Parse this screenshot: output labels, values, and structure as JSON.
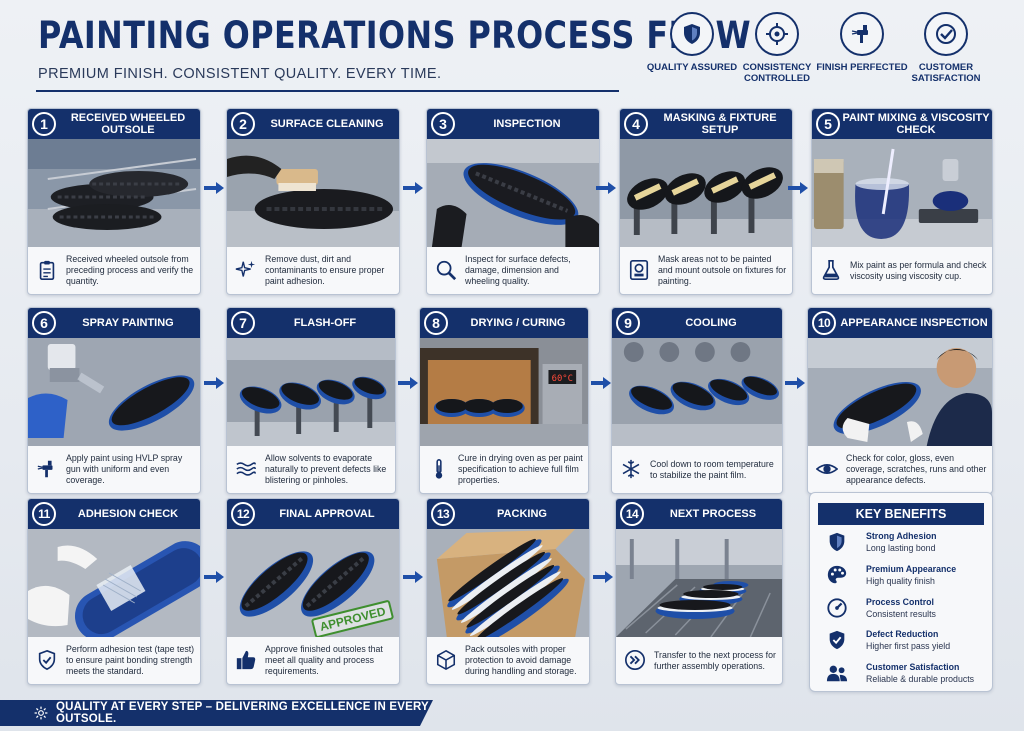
{
  "header": {
    "title": "PAINTING OPERATIONS PROCESS FLOW",
    "subtitle": "PREMIUM FINISH. CONSISTENT QUALITY. EVERY TIME."
  },
  "badges": [
    {
      "label": "QUALITY ASSURED",
      "icon": "shield-icon"
    },
    {
      "label": "CONSISTENCY CONTROLLED",
      "icon": "crosshair-gear-icon"
    },
    {
      "label": "FINISH PERFECTED",
      "icon": "spray-gun-icon"
    },
    {
      "label": "CUSTOMER SATISFACTION",
      "icon": "check-circle-icon"
    }
  ],
  "steps": [
    {
      "num": "1",
      "title": "RECEIVED WHEELED OUTSOLE",
      "desc": "Received wheeled outsole from preceding process and verify the quantity.",
      "icon": "clipboard-icon"
    },
    {
      "num": "2",
      "title": "SURFACE CLEANING",
      "desc": "Remove dust, dirt and contaminants to ensure proper paint adhesion.",
      "icon": "sparkle-icon"
    },
    {
      "num": "3",
      "title": "INSPECTION",
      "desc": "Inspect for surface defects, damage, dimension and wheeling quality.",
      "icon": "magnifier-icon"
    },
    {
      "num": "4",
      "title": "MASKING & FIXTURE SETUP",
      "desc": "Mask areas not to be painted and mount outsole on fixtures for painting.",
      "icon": "fixture-icon"
    },
    {
      "num": "5",
      "title": "PAINT MIXING & VISCOSITY CHECK",
      "desc": "Mix paint as per formula and check viscosity using viscosity cup.",
      "icon": "flask-icon"
    },
    {
      "num": "6",
      "title": "SPRAY PAINTING",
      "desc": "Apply paint using HVLP spray gun with uniform and even coverage.",
      "icon": "spray-gun-icon"
    },
    {
      "num": "7",
      "title": "FLASH-OFF",
      "desc": "Allow solvents to evaporate naturally to prevent defects like blistering or pinholes.",
      "icon": "waves-icon"
    },
    {
      "num": "8",
      "title": "DRYING / CURING",
      "desc": "Cure in drying oven as per paint specification to achieve full film properties.",
      "icon": "thermometer-icon"
    },
    {
      "num": "9",
      "title": "COOLING",
      "desc": "Cool down to room temperature to stabilize the paint film.",
      "icon": "snowflake-icon"
    },
    {
      "num": "10",
      "title": "APPEARANCE INSPECTION",
      "desc": "Check for color, gloss, even coverage, scratches, runs and other appearance defects.",
      "icon": "eye-icon"
    },
    {
      "num": "11",
      "title": "ADHESION CHECK",
      "desc": "Perform adhesion test (tape test) to ensure paint bonding strength meets the standard.",
      "icon": "shield-check-icon"
    },
    {
      "num": "12",
      "title": "FINAL APPROVAL",
      "desc": "Approve finished outsoles that meet all quality and process requirements.",
      "icon": "thumbs-up-icon",
      "stamp": "APPROVED"
    },
    {
      "num": "13",
      "title": "PACKING",
      "desc": "Pack outsoles with proper protection to avoid damage during handling and storage.",
      "icon": "box-icon"
    },
    {
      "num": "14",
      "title": "NEXT PROCESS",
      "desc": "Transfer to the next process for further assembly operations.",
      "icon": "forward-icon"
    }
  ],
  "oven_display": "60°C",
  "benefits": {
    "title": "KEY BENEFITS",
    "items": [
      {
        "title": "Strong Adhesion",
        "sub": "Long lasting bond",
        "icon": "shield-icon"
      },
      {
        "title": "Premium Appearance",
        "sub": "High quality finish",
        "icon": "palette-icon"
      },
      {
        "title": "Process Control",
        "sub": "Consistent results",
        "icon": "gauge-icon"
      },
      {
        "title": "Defect Reduction",
        "sub": "Higher first pass yield",
        "icon": "shield-check-icon"
      },
      {
        "title": "Customer Satisfaction",
        "sub": "Reliable & durable products",
        "icon": "people-icon"
      }
    ]
  },
  "footer": {
    "text": "QUALITY AT EVERY STEP – DELIVERING EXCELLENCE IN EVERY OUTSOLE."
  },
  "colors": {
    "navy": "#14306b",
    "accent_blue": "#1f4fa8",
    "approved_green": "#3f8f2f"
  }
}
